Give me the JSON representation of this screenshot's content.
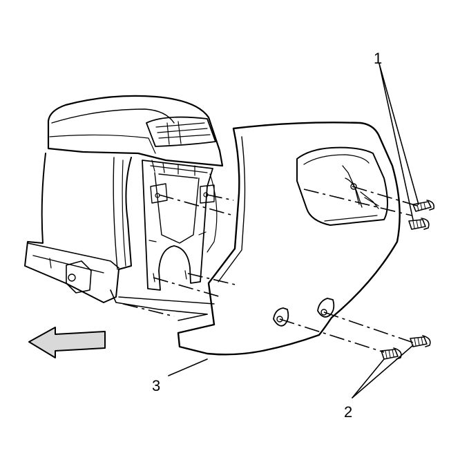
{
  "callouts": {
    "one": "1",
    "two": "2",
    "three": "3"
  },
  "colors": {
    "line": "#000000",
    "background": "#ffffff",
    "arrow_fill": "#d9d9d9"
  }
}
